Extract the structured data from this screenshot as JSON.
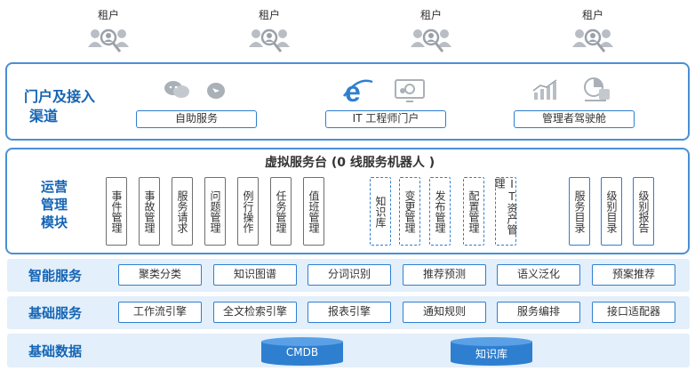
{
  "tenants": [
    {
      "label": "租户"
    },
    {
      "label": "租户"
    },
    {
      "label": "租户"
    },
    {
      "label": "租户"
    }
  ],
  "portal": {
    "title_line1": "门户及接入",
    "title_line2": "渠道",
    "channels": [
      "自助服务",
      "IT 工程师门户",
      "管理者驾驶舱"
    ]
  },
  "operations": {
    "title_lines": [
      "运营",
      "管理",
      "模块"
    ],
    "virtual_desk": "虚拟服务台 (0 线服务机器人 )",
    "group1": [
      "事件管理",
      "事故管理",
      "服务请求",
      "问题管理",
      "例行操作",
      "任务管理",
      "值班管理"
    ],
    "group2": [
      "知识库",
      "变更管理",
      "发布管理",
      "配置管理",
      "IT资产管理"
    ],
    "group3": [
      "服务目录",
      "级别目录",
      "级别报告"
    ]
  },
  "intelligent": {
    "title": "智能服务",
    "items": [
      "聚类分类",
      "知识图谱",
      "分词识别",
      "推荐预测",
      "语义泛化",
      "预案推荐"
    ]
  },
  "basic_services": {
    "title": "基础服务",
    "items": [
      "工作流引擎",
      "全文检索引擎",
      "报表引擎",
      "通知规则",
      "服务编排",
      "接口适配器"
    ]
  },
  "basic_data": {
    "title": "基础数据",
    "stores": [
      "CMDB",
      "知识库"
    ]
  },
  "colors": {
    "accent": "#2f7fd0",
    "title_blue": "#1565b5",
    "band_bg": "#e3effa",
    "icon_gray": "#a9b0b8"
  }
}
